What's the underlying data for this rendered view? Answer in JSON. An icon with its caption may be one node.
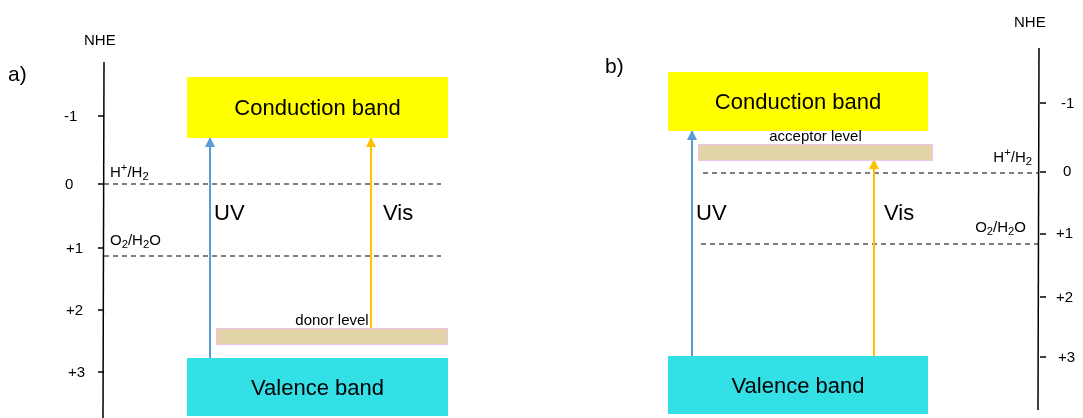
{
  "diagram": {
    "nodes": [
      {
        "text": [
          "Conduction band"
        ]
      },
      {
        "text": [
          "donor level"
        ]
      },
      {
        "text": [
          "Valence band"
        ]
      },
      {
        "text": [
          "Conduction band"
        ]
      },
      {
        "text": [
          "acceptor level"
        ]
      },
      {
        "text": [
          "Valence band"
        ]
      }
    ],
    "edges": [
      {
        "from": 2,
        "to": 0,
        "arrow": "to",
        "label": "UV",
        "color": "#5b9bd5"
      },
      {
        "from": 1,
        "to": 0,
        "arrow": "to",
        "label": "Vis",
        "color": "#ffc000"
      },
      {
        "from": 5,
        "to": 3,
        "arrow": "to",
        "label": "UV",
        "color": "#5b9bd5"
      },
      {
        "from": 5,
        "to": 4,
        "arrow": "to",
        "label": "Vis",
        "color": "#ffc000"
      }
    ],
    "labels": [
      "NHE",
      "a)",
      "-1",
      "0",
      "+1",
      "+2",
      "+3",
      "H$^{+}$/H$_{2}$",
      "O$_{2}$/H$_{2}$O",
      "NHE",
      "b)",
      "-1",
      "0",
      "+1",
      "+2",
      "+3",
      "H$^{+}$/H$_{2}$",
      "O$_{2}$/H$_{2}$O"
    ]
  }
}
